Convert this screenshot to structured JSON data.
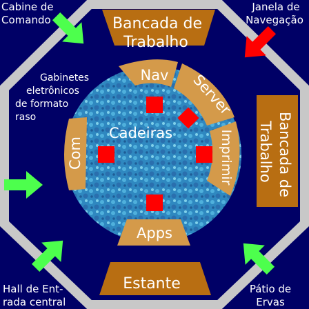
{
  "colors": {
    "background": "#000066",
    "hall_wall": "#c8c8c8",
    "workbench_fill": "#b86e12",
    "inner_ring": "#d49a4a",
    "floor_water": "#3b9cc9",
    "floor_water_dark": "#205f9a",
    "arrow_green": "#4dff4d",
    "arrow_red": "#ff0000",
    "marker_red": "#ff0000",
    "text": "#ffffff"
  },
  "outer_labels": {
    "top_left": [
      "Cabine de",
      "Comando"
    ],
    "top_right": [
      "Janela de",
      "Navegação"
    ],
    "left": [
      "Gabinetes",
      "eletrônicos",
      "de formato",
      "raso"
    ],
    "bottom_left": [
      "Hall de Ent-",
      "rada central"
    ],
    "bottom_right": [
      "Pátio de",
      "Ervas"
    ]
  },
  "benches": {
    "top": [
      "Bancada de",
      "Trabalho"
    ],
    "right": [
      "Bancada de",
      "Trabalho"
    ],
    "bottom": "Estante"
  },
  "inner_ring": {
    "nav": "Nav",
    "server": "Server",
    "print": "Imprimir",
    "apps": "Apps",
    "comms": "Com",
    "center": "Cadeiras"
  },
  "arrows": [
    {
      "name": "cockpit-door-arrow",
      "color": "green"
    },
    {
      "name": "nav-window-arrow",
      "color": "red"
    },
    {
      "name": "left-door-arrow",
      "color": "green"
    },
    {
      "name": "entry-hall-arrow",
      "color": "green"
    },
    {
      "name": "herb-patio-arrow",
      "color": "green"
    }
  ]
}
